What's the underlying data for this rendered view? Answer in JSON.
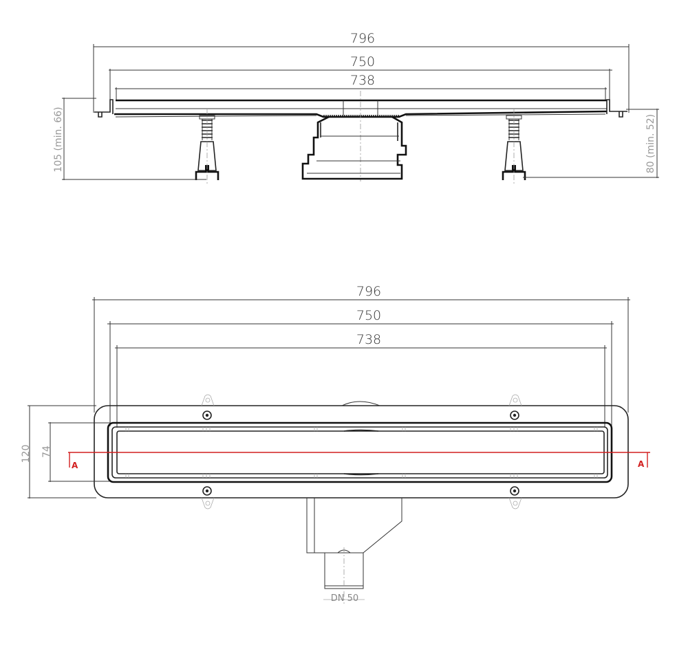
{
  "drawing": {
    "type": "linear shower drain technical drawing",
    "side_view": {
      "dimensions": {
        "overall_length": "796",
        "frame_length": "750",
        "grate_length": "738",
        "left_height": "105 (min. 66)",
        "right_height": "80 (min. 52)"
      }
    },
    "top_view": {
      "dimensions": {
        "overall_length": "796",
        "frame_length": "750",
        "grate_length": "738",
        "overall_width": "120",
        "channel_width": "74",
        "outlet": "DN 50"
      },
      "section_marker_left": "A",
      "section_marker_right": "A",
      "section_line_color": "#d21f1f"
    },
    "colors": {
      "line": "#222222",
      "dimension_text": "#333333",
      "vertical_dimension_text": "#999999",
      "section": "#d21f1f"
    }
  }
}
